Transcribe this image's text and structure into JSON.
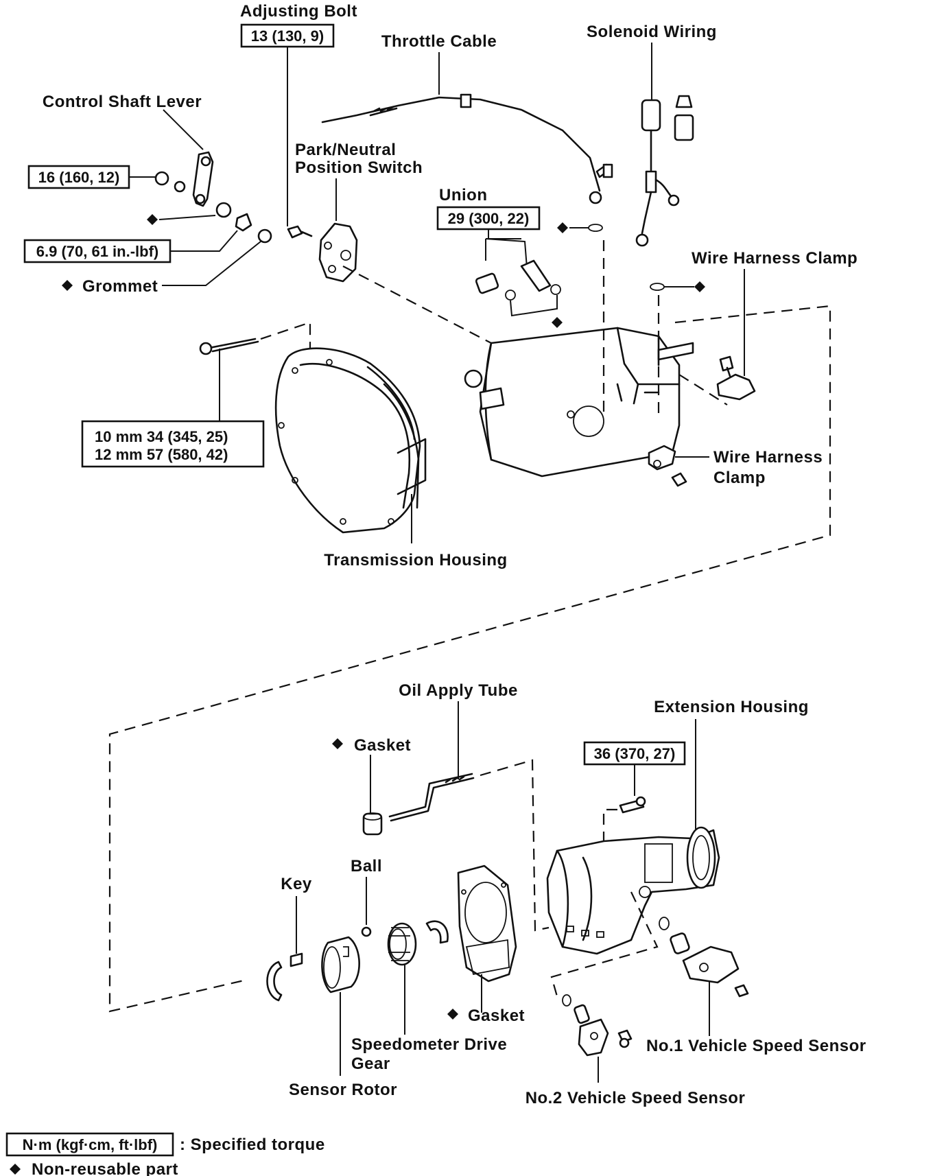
{
  "labels": {
    "adjusting_bolt": "Adjusting Bolt",
    "throttle_cable": "Throttle Cable",
    "solenoid_wiring": "Solenoid Wiring",
    "control_shaft_lever": "Control Shaft Lever",
    "park_neutral_line1": "Park/Neutral",
    "park_neutral_line2": "Position Switch",
    "union": "Union",
    "grommet": "Grommet",
    "wire_harness_clamp_upper": "Wire Harness  Clamp",
    "wire_harness_clamp_lower_line1": "Wire Harness",
    "wire_harness_clamp_lower_line2": "Clamp",
    "transmission_housing": "Transmission Housing",
    "oil_apply_tube": "Oil Apply Tube",
    "extension_housing": "Extension Housing",
    "gasket_upper": "Gasket",
    "gasket_lower": "Gasket",
    "ball": "Ball",
    "key": "Key",
    "speedometer_line1": "Speedometer Drive",
    "speedometer_line2": "Gear",
    "sensor_rotor": "Sensor Rotor",
    "no1_sensor": "No.1 Vehicle Speed Sensor",
    "no2_sensor": "No.2 Vehicle Speed Sensor"
  },
  "torques": {
    "adjusting_bolt": "13 (130, 9)",
    "control_shaft": "16 (160, 12)",
    "switch_nut": "6.9 (70, 61 in.-lbf)",
    "union": "29 (300, 22)",
    "housing_10mm": "10 mm  34 (345, 25)",
    "housing_12mm": "12 mm  57 (580, 42)",
    "extension": "36 (370, 27)"
  },
  "legend": {
    "torque_unit": "N·m (kgf·cm, ft·lbf)",
    "torque_desc": ": Specified torque",
    "nonreusable_desc": "Non-reusable part"
  }
}
